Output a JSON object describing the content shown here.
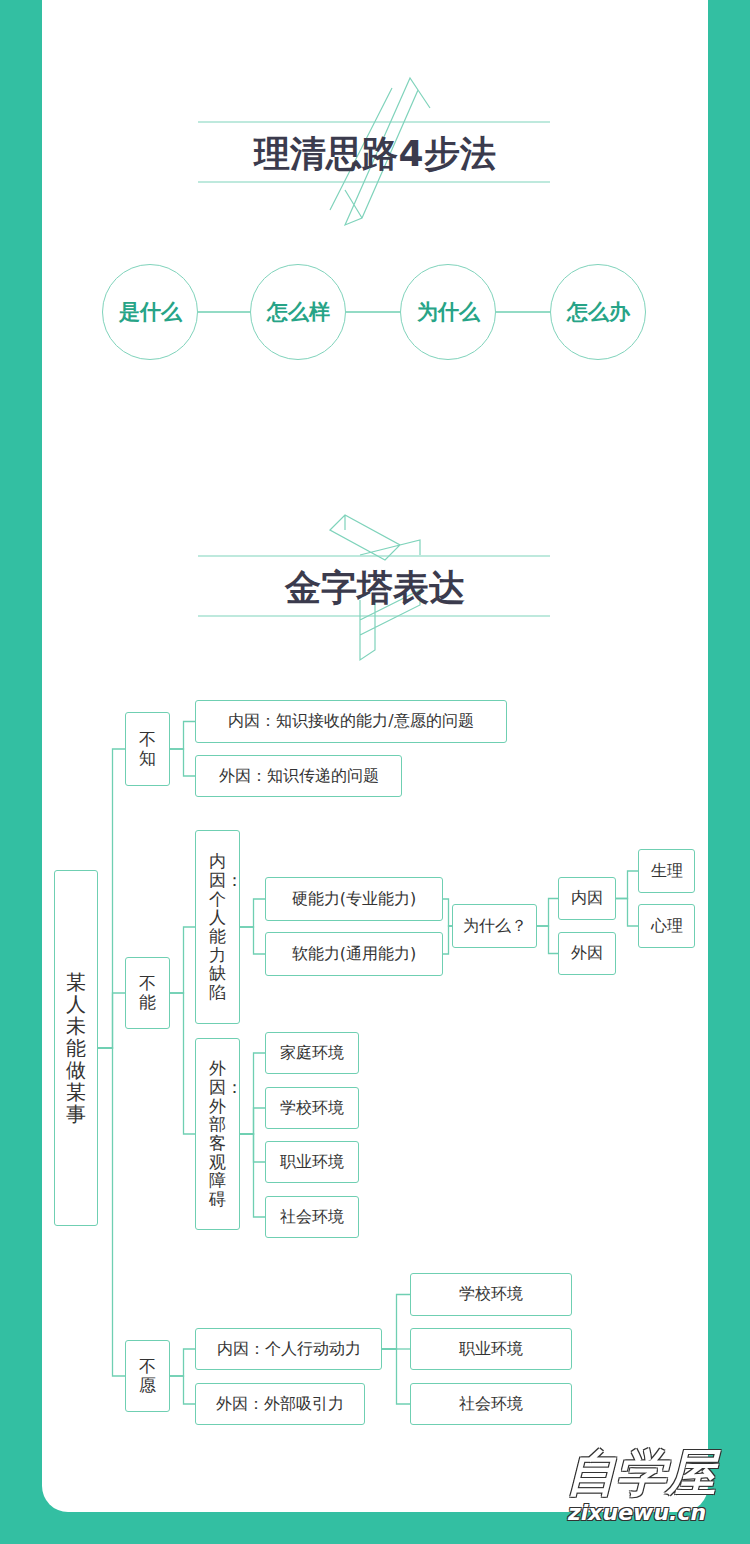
{
  "diagram": {
    "title": "理清思路4步法",
    "nodes": [
      {
        "text": [
          "是什么"
        ]
      },
      {
        "text": [
          "怎么样"
        ]
      },
      {
        "text": [
          "为什么"
        ]
      },
      {
        "text": [
          "怎么办"
        ]
      },
      {
        "text": [
          "某人未能做某事"
        ]
      },
      {
        "text": [
          "不知"
        ]
      },
      {
        "text": [
          "内因：知识接收的能力/意愿的问题"
        ]
      },
      {
        "text": [
          "外因：知识传递的问题"
        ]
      },
      {
        "text": [
          "不能"
        ]
      },
      {
        "text": [
          "内因：个人能力缺陷"
        ]
      },
      {
        "text": [
          "硬能力(专业能力)"
        ]
      },
      {
        "text": [
          "软能力(通用能力)"
        ]
      },
      {
        "text": [
          "为什么？"
        ]
      },
      {
        "text": [
          "内因"
        ]
      },
      {
        "text": [
          "生理"
        ]
      },
      {
        "text": [
          "心理"
        ]
      },
      {
        "text": [
          "外因"
        ]
      },
      {
        "text": [
          "外因：外部客观障碍"
        ]
      },
      {
        "text": [
          "家庭环境"
        ]
      },
      {
        "text": [
          "学校环境"
        ]
      },
      {
        "text": [
          "职业环境"
        ]
      },
      {
        "text": [
          "社会环境"
        ]
      },
      {
        "text": [
          "不愿"
        ]
      },
      {
        "text": [
          "内因：个人行动动力"
        ]
      },
      {
        "text": [
          "外因：外部吸引力"
        ]
      },
      {
        "text": [
          "学校环境"
        ]
      },
      {
        "text": [
          "职业环境"
        ]
      },
      {
        "text": [
          "社会环境"
        ]
      }
    ],
    "edges": [
      {
        "from": 0,
        "to": 1,
        "arrow": "none"
      },
      {
        "from": 1,
        "to": 2,
        "arrow": "none"
      },
      {
        "from": 2,
        "to": 3,
        "arrow": "none"
      },
      {
        "from": 4,
        "to": 5,
        "arrow": "none"
      },
      {
        "from": 4,
        "to": 8,
        "arrow": "none"
      },
      {
        "from": 4,
        "to": 22,
        "arrow": "none"
      },
      {
        "from": 5,
        "to": 6,
        "arrow": "none"
      },
      {
        "from": 5,
        "to": 7,
        "arrow": "none"
      },
      {
        "from": 8,
        "to": 9,
        "arrow": "none"
      },
      {
        "from": 8,
        "to": 17,
        "arrow": "none"
      },
      {
        "from": 9,
        "to": 10,
        "arrow": "none"
      },
      {
        "from": 9,
        "to": 11,
        "arrow": "none"
      },
      {
        "from": 10,
        "to": 12,
        "arrow": "none"
      },
      {
        "from": 11,
        "to": 12,
        "arrow": "none"
      },
      {
        "from": 12,
        "to": 13,
        "arrow": "none"
      },
      {
        "from": 12,
        "to": 16,
        "arrow": "none"
      },
      {
        "from": 13,
        "to": 14,
        "arrow": "none"
      },
      {
        "from": 13,
        "to": 15,
        "arrow": "none"
      },
      {
        "from": 17,
        "to": 18,
        "arrow": "none"
      },
      {
        "from": 17,
        "to": 19,
        "arrow": "none"
      },
      {
        "from": 17,
        "to": 20,
        "arrow": "none"
      },
      {
        "from": 17,
        "to": 21,
        "arrow": "none"
      },
      {
        "from": 22,
        "to": 23,
        "arrow": "none"
      },
      {
        "from": 22,
        "to": 24,
        "arrow": "none"
      },
      {
        "from": 23,
        "to": 25,
        "arrow": "none"
      },
      {
        "from": 23,
        "to": 26,
        "arrow": "none"
      },
      {
        "from": 23,
        "to": 27,
        "arrow": "none"
      }
    ],
    "labels": [
      "金字塔表达",
      "自学屋",
      "zixuewu.cn"
    ]
  }
}
